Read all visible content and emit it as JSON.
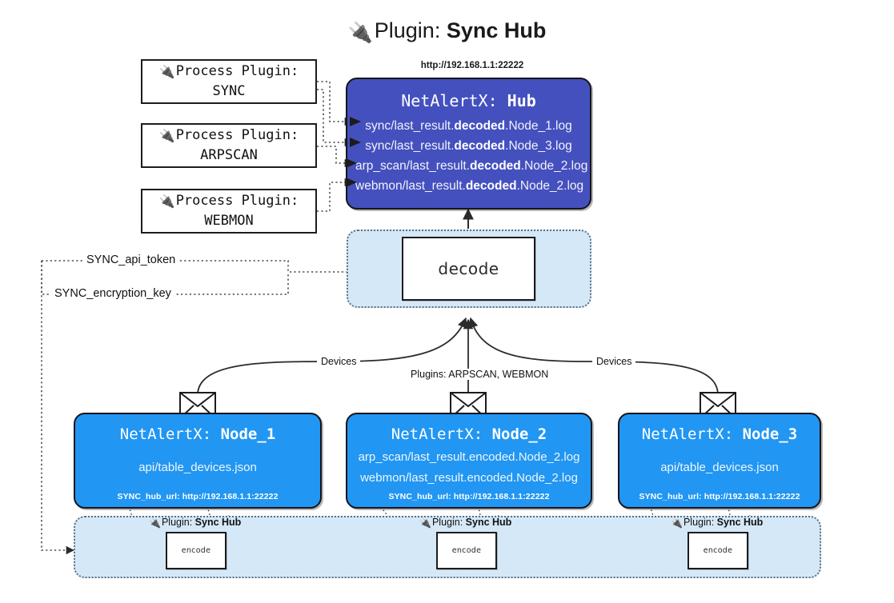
{
  "title": {
    "icon": "plug-icon",
    "prefix": "Plugin:",
    "name": "Sync Hub"
  },
  "hub": {
    "url_label": "http://192.168.1.1:22222",
    "title_prefix": "NetAlertX:",
    "title_name": "Hub",
    "lines": [
      {
        "pre": "sync/last_result.",
        "em": "decoded",
        "post": ".Node_1.log"
      },
      {
        "pre": "sync/last_result.",
        "em": "decoded",
        "post": ".Node_3.log"
      },
      {
        "pre": "arp_scan/last_result.",
        "em": "decoded",
        "post": ".Node_2.log"
      },
      {
        "pre": "webmon/last_result.",
        "em": "decoded",
        "post": ".Node_2.log"
      }
    ],
    "color": "#4550bf"
  },
  "process_plugins": [
    {
      "icon": "plug-icon",
      "line1": "Process Plugin:",
      "line2": "SYNC"
    },
    {
      "icon": "plug-icon",
      "line1": "Process Plugin:",
      "line2": "ARPSCAN"
    },
    {
      "icon": "plug-icon",
      "line1": "Process Plugin:",
      "line2": "WEBMON"
    }
  ],
  "decode": {
    "label": "decode",
    "container_color": "#d5e8f8"
  },
  "tokens": [
    {
      "label": "SYNC_api_token"
    },
    {
      "label": "SYNC_encryption_key"
    }
  ],
  "edge_labels": {
    "devices_left": "Devices",
    "devices_right": "Devices",
    "plugins_center": "Plugins: ARPSCAN, WEBMON"
  },
  "nodes": [
    {
      "icon": "envelope-icon",
      "title_prefix": "NetAlertX:",
      "title_name": "Node_1",
      "lines": [
        "api/table_devices.json"
      ],
      "footer": "SYNC_hub_url: http://192.168.1.1:22222",
      "color": "#2196f3"
    },
    {
      "icon": "envelope-icon",
      "title_prefix": "NetAlertX:",
      "title_name": "Node_2",
      "lines": [
        "arp_scan/last_result.encoded.Node_2.log",
        "webmon/last_result.encoded.Node_2.log"
      ],
      "footer": "SYNC_hub_url: http://192.168.1.1:22222",
      "color": "#2196f3"
    },
    {
      "icon": "envelope-icon",
      "title_prefix": "NetAlertX:",
      "title_name": "Node_3",
      "lines": [
        "api/table_devices.json"
      ],
      "footer": "SYNC_hub_url: http://192.168.1.1:22222",
      "color": "#2196f3"
    }
  ],
  "encoders": [
    {
      "plugin_icon": "plug-icon",
      "plugin_prefix": "Plugin:",
      "plugin_name": "Sync Hub",
      "label": "encode"
    },
    {
      "plugin_icon": "plug-icon",
      "plugin_prefix": "Plugin:",
      "plugin_name": "Sync Hub",
      "label": "encode"
    },
    {
      "plugin_icon": "plug-icon",
      "plugin_prefix": "Plugin:",
      "plugin_name": "Sync Hub",
      "label": "encode"
    }
  ]
}
